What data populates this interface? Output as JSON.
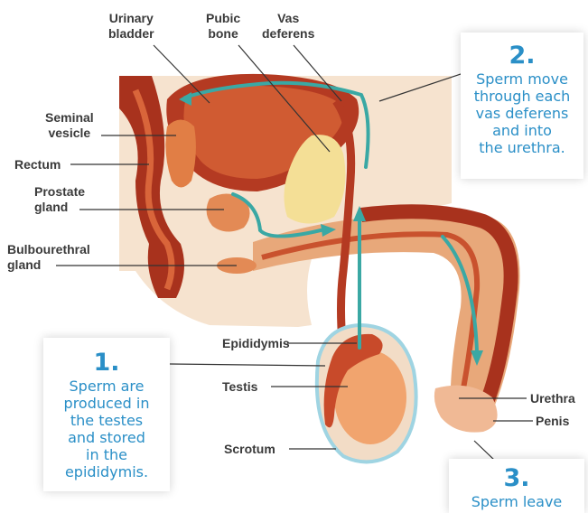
{
  "labels": {
    "urinary_bladder": "Urinary\nbladder",
    "pubic_bone": "Pubic\nbone",
    "vas_deferens": "Vas\ndeferens",
    "seminal_vesicle": "Seminal\nvesicle",
    "rectum": "Rectum",
    "prostate_gland": "Prostate\ngland",
    "bulbourethral_gland": "Bulbourethral\ngland",
    "epididymis": "Epididymis",
    "testis": "Testis",
    "scrotum": "Scrotum",
    "urethra": "Urethra",
    "penis": "Penis"
  },
  "steps": [
    {
      "number": "1.",
      "text": "Sperm are\nproduced in\nthe testes\nand stored\nin the\nepididymis."
    },
    {
      "number": "2.",
      "text": "Sperm move\nthrough each\nvas deferens\nand into\nthe urethra."
    },
    {
      "number": "3.",
      "text": "Sperm leave"
    }
  ],
  "colors": {
    "skin": "#f6e3cf",
    "tissue_dark": "#a8321d",
    "tissue_mid": "#c9522e",
    "tissue_light": "#e38a55",
    "bone": "#f4df96",
    "arrow": "#3aa8a4",
    "accent_text": "#2a8fc7",
    "label_text": "#3a3a3a"
  }
}
